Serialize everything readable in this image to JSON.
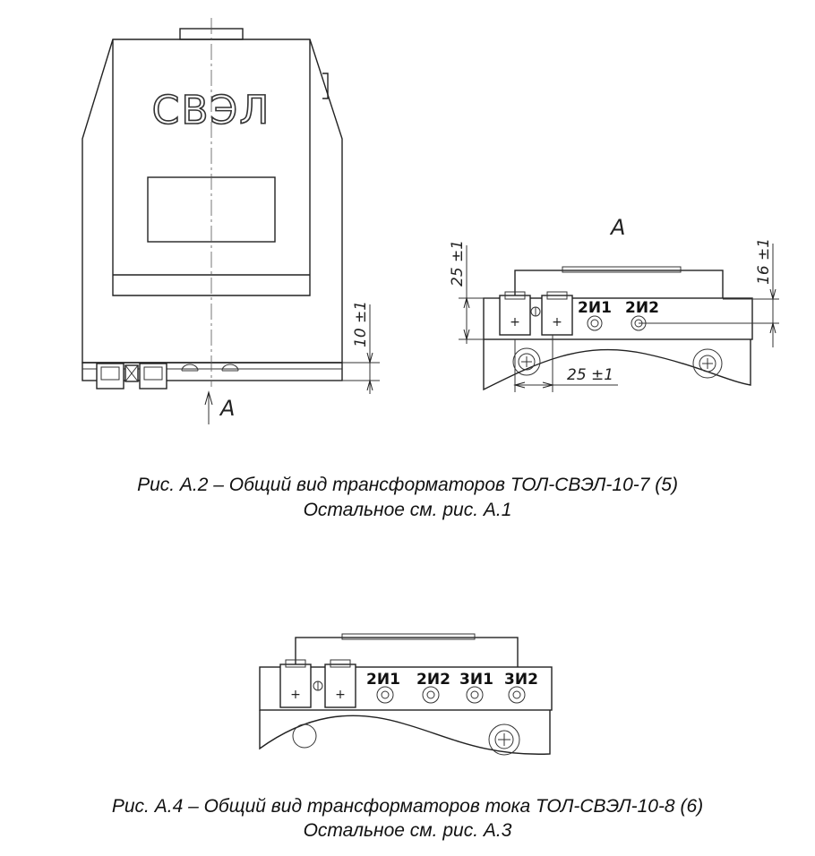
{
  "figure1": {
    "brand_logo": "СВЭЛ",
    "view_label_front": "A",
    "view_label_side": "A",
    "dim_front_height": "10 ±1",
    "dim_side_height": "25 ±1",
    "dim_side_top": "16 ±1",
    "dim_side_width": "25 ±1",
    "terminals": [
      "2И1",
      "2И2"
    ],
    "caption_line1": "Рис. А.2 – Общий вид трансформаторов ТОЛ-СВЭЛ-10-7 (5)",
    "caption_line2": "Остальное см. рис. А.1"
  },
  "figure2": {
    "terminals": [
      "2И1",
      "2И2",
      "3И1",
      "3И2"
    ],
    "caption_line1": "Рис. А.4 – Общий вид трансформаторов тока ТОЛ-СВЭЛ-10-8 (6)",
    "caption_line2": "Остальное см. рис. А.3"
  }
}
